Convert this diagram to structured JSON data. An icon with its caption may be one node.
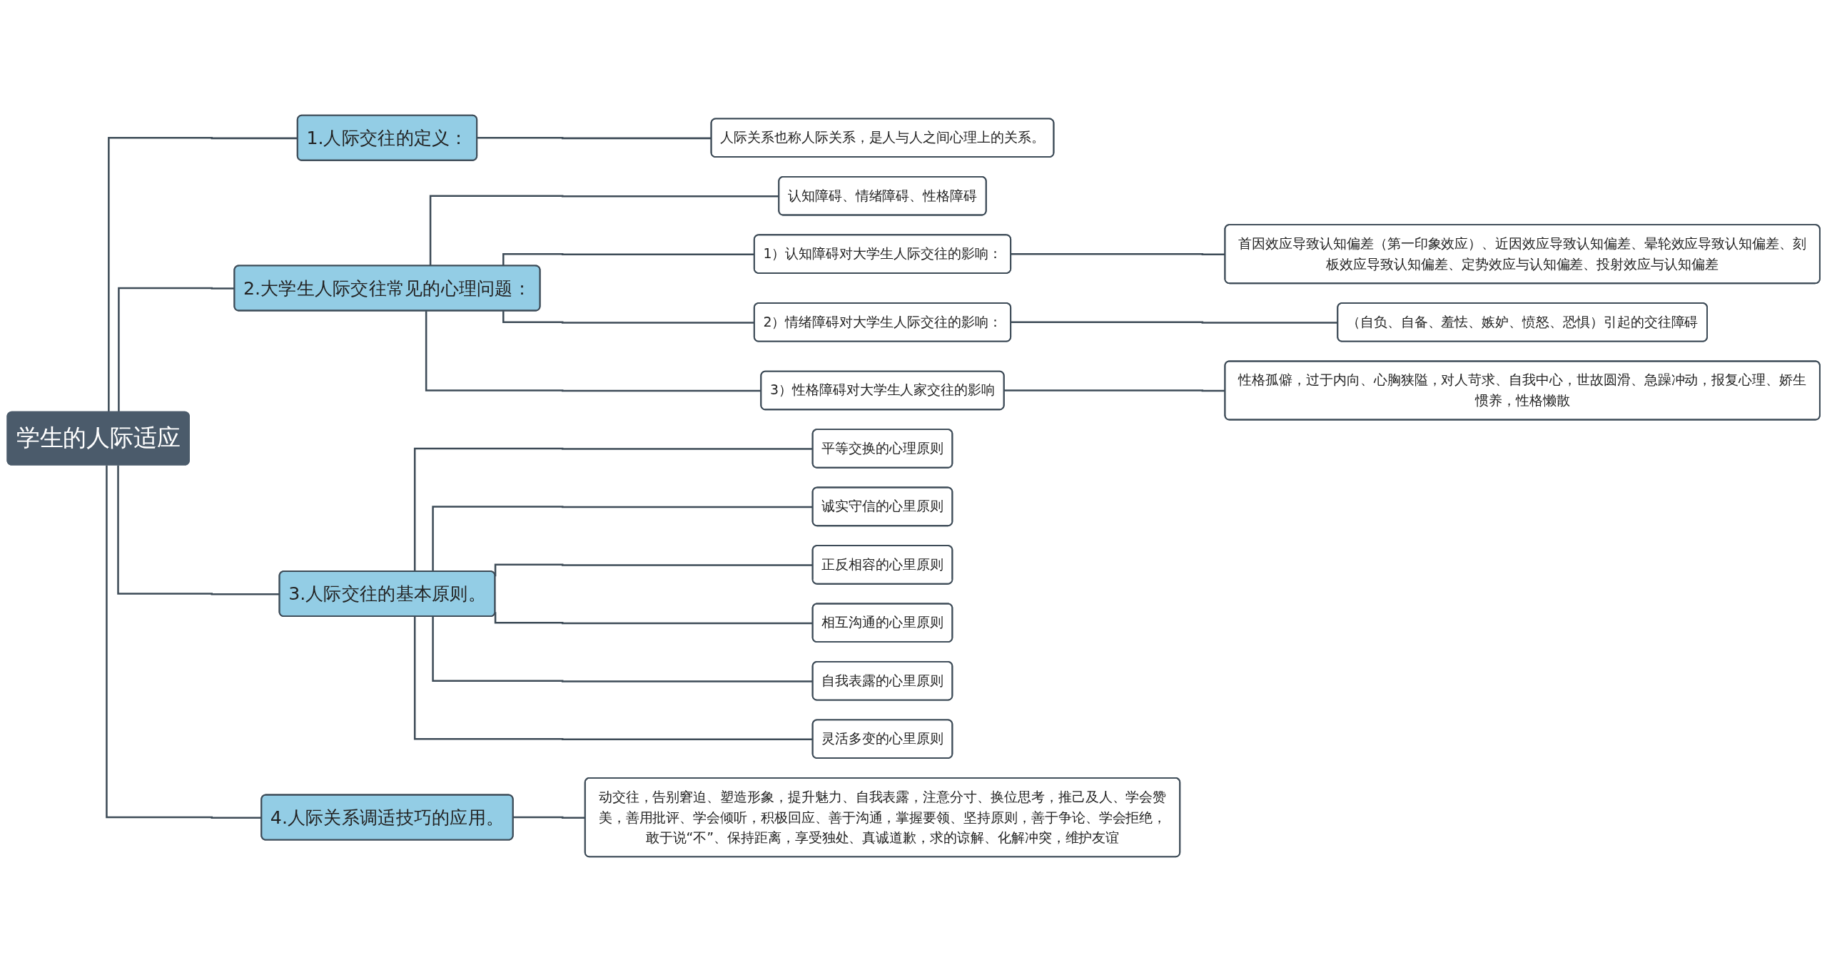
{
  "diagram": {
    "nodes": [
      {
        "text": [
          "学生的人际适应"
        ]
      },
      {
        "text": [
          "1.人际交往的定义："
        ]
      },
      {
        "text": [
          "人际关系也称人际关系，是人与人之间心理上的关系。"
        ]
      },
      {
        "text": [
          "2.大学生人际交往常见的心理问题："
        ]
      },
      {
        "text": [
          "认知障碍、情绪障碍、性格障碍"
        ]
      },
      {
        "text": [
          "1）认知障碍对大学生人际交往的影响："
        ]
      },
      {
        "text": [
          "首因效应导致认知偏差（第一印象效应）、近因效应导致认知偏差、晕轮效应导致认知偏差、刻板效应导致认知偏差、定势效应与认知偏差、投射效应与认知偏差"
        ]
      },
      {
        "text": [
          "2）情绪障碍对大学生人际交往的影响："
        ]
      },
      {
        "text": [
          "（自负、自备、羞怯、嫉妒、愤怒、恐惧）引起的交往障碍"
        ]
      },
      {
        "text": [
          "3）性格障碍对大学生人家交往的影响"
        ]
      },
      {
        "text": [
          "性格孤僻，过于内向、心胸狭隘，对人苛求、自我中心，世故圆滑、急躁冲动，报复心理、娇生惯养，性格懒散"
        ]
      },
      {
        "text": [
          "3.人际交往的基本原则。"
        ]
      },
      {
        "text": [
          "平等交换的心理原则"
        ]
      },
      {
        "text": [
          "诚实守信的心里原则"
        ]
      },
      {
        "text": [
          "正反相容的心里原则"
        ]
      },
      {
        "text": [
          "相互沟通的心里原则"
        ]
      },
      {
        "text": [
          "自我表露的心里原则"
        ]
      },
      {
        "text": [
          "灵活多变的心里原则"
        ]
      },
      {
        "text": [
          "4.人际关系调适技巧的应用。"
        ]
      },
      {
        "text": [
          "动交往，告别窘迫、塑造形象，提升魅力、自我表露，注意分寸、换位思考，推己及人、学会赞美，善用批评、学会倾听，积极回应、善于沟通，掌握要领、坚持原则，善于争论、学会拒绝，敢于说“不”、保持距离，享受独处、真诚道歉，求的谅解、化解冲突，维护友谊"
        ]
      }
    ],
    "edges": [
      {
        "from": 0,
        "to": 1,
        "arrow": "none"
      },
      {
        "from": 1,
        "to": 2,
        "arrow": "none"
      },
      {
        "from": 0,
        "to": 3,
        "arrow": "none"
      },
      {
        "from": 3,
        "to": 4,
        "arrow": "none"
      },
      {
        "from": 3,
        "to": 5,
        "arrow": "none"
      },
      {
        "from": 5,
        "to": 6,
        "arrow": "none"
      },
      {
        "from": 3,
        "to": 7,
        "arrow": "none"
      },
      {
        "from": 7,
        "to": 8,
        "arrow": "none"
      },
      {
        "from": 3,
        "to": 9,
        "arrow": "none"
      },
      {
        "from": 9,
        "to": 10,
        "arrow": "none"
      },
      {
        "from": 0,
        "to": 11,
        "arrow": "none"
      },
      {
        "from": 11,
        "to": 12,
        "arrow": "none"
      },
      {
        "from": 11,
        "to": 13,
        "arrow": "none"
      },
      {
        "from": 11,
        "to": 14,
        "arrow": "none"
      },
      {
        "from": 11,
        "to": 15,
        "arrow": "none"
      },
      {
        "from": 11,
        "to": 16,
        "arrow": "none"
      },
      {
        "from": 11,
        "to": 17,
        "arrow": "none"
      },
      {
        "from": 0,
        "to": 18,
        "arrow": "none"
      },
      {
        "from": 18,
        "to": 19,
        "arrow": "none"
      }
    ]
  }
}
